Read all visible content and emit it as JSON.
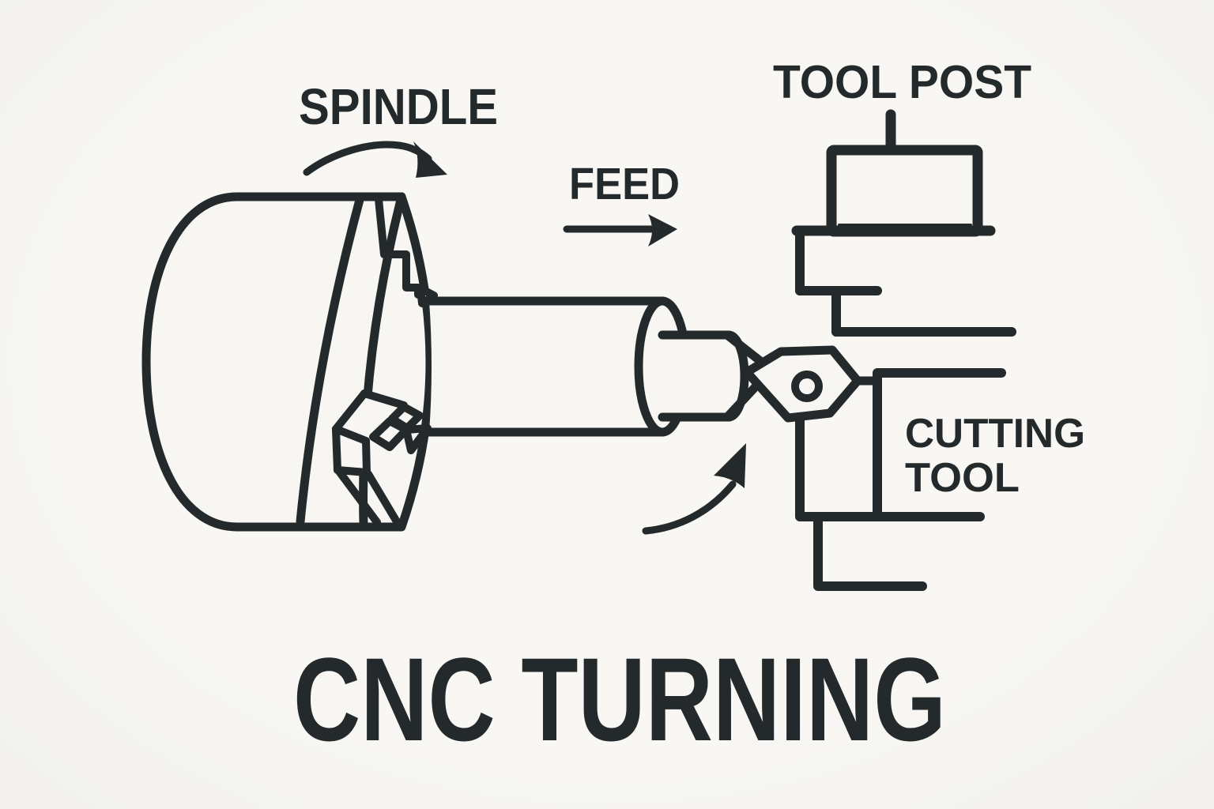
{
  "title": "CNC TURNING",
  "labels": {
    "spindle": "SPINDLE",
    "feed": "FEED",
    "tool_post": "TOOL POST",
    "cutting_tool_line1": "CUTTING",
    "cutting_tool_line2": "TOOL"
  },
  "colors": {
    "ink": "#242a2b",
    "background": "#f7f6f2"
  },
  "components": [
    "chuck",
    "chuck-jaws",
    "workpiece",
    "turned-section",
    "cone-tip",
    "cutting-tool-insert",
    "insert-hole",
    "tool-holder",
    "cross-slide-steps",
    "tool-post",
    "tool-post-stem",
    "spindle-rotation-arrow",
    "feed-arrow",
    "tool-motion-arrow"
  ]
}
